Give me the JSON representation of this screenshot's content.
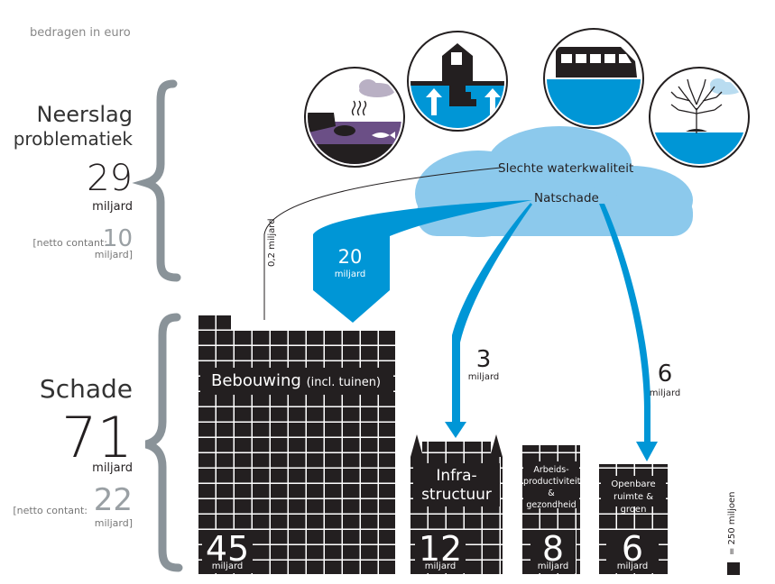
{
  "unit_note": "bedragen in euro",
  "neerslag": {
    "title_line1": "Neerslag",
    "title_line2": "problematiek",
    "value": "29",
    "value_unit": "miljard",
    "netto_prefix": "[netto contant:",
    "netto_value": "10",
    "netto_unit": "miljard]"
  },
  "schade": {
    "title": "Schade",
    "value": "71",
    "value_unit": "miljard",
    "netto_prefix": "[netto contant:",
    "netto_value": "22",
    "netto_unit": "miljard]"
  },
  "cloud": {
    "label_water": "Slechte waterkwaliteit",
    "label_nat": "Natschade"
  },
  "flows": {
    "waterkwaliteit_value": "0,2 miljard",
    "bebouwing_value": "20",
    "bebouwing_unit": "miljard",
    "infra_value": "3",
    "infra_unit": "miljard",
    "groen_value": "6",
    "groen_unit": "miljard"
  },
  "categories": {
    "bebouwing": {
      "label": "Bebouwing",
      "sub": "(incl. tuinen)",
      "value": "45",
      "unit": "miljard"
    },
    "infra": {
      "label_line1": "Infra-",
      "label_line2": "structuur",
      "value": "12",
      "unit": "miljard"
    },
    "arbeid": {
      "label_line1": "Arbeids-",
      "label_line2": "productiviteit",
      "label_line3": "& gezondheid",
      "value": "8",
      "unit": "miljard"
    },
    "groen": {
      "label_line1": "Openbare",
      "label_line2": "ruimte & groen",
      "value": "6",
      "unit": "miljard"
    }
  },
  "legend": {
    "label": "= 250 miljoen"
  },
  "icons": [
    "water-pollution-icon",
    "rising-groundwater-house-icon",
    "flooded-van-icon",
    "flooded-tree-icon"
  ],
  "colors": {
    "accent_blue": "#0096d6",
    "cloud_blue": "#8cc9ec",
    "dark": "#231f20",
    "brace_gray": "#8a9399"
  }
}
